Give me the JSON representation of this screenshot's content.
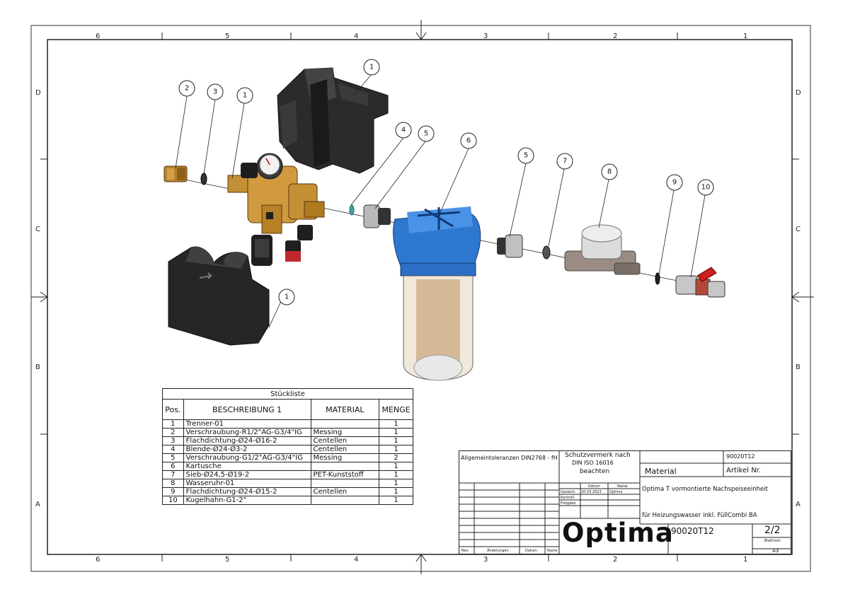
{
  "sheet": {
    "zones_horizontal": [
      "6",
      "5",
      "4",
      "3",
      "2",
      "1"
    ],
    "zones_vertical": [
      "D",
      "C",
      "B",
      "A"
    ]
  },
  "balloons": [
    {
      "num": "2"
    },
    {
      "num": "3"
    },
    {
      "num": "1"
    },
    {
      "num": "1"
    },
    {
      "num": "4"
    },
    {
      "num": "5"
    },
    {
      "num": "6"
    },
    {
      "num": "5"
    },
    {
      "num": "7"
    },
    {
      "num": "8"
    },
    {
      "num": "9"
    },
    {
      "num": "10"
    },
    {
      "num": "1"
    }
  ],
  "bom": {
    "caption": "Stückliste",
    "headers": {
      "pos": "Pos.",
      "desc": "BESCHREIBUNG 1",
      "material": "MATERIAL",
      "qty": "MENGE"
    },
    "rows": [
      {
        "pos": "1",
        "desc": "Trenner-01",
        "material": "",
        "qty": "1"
      },
      {
        "pos": "2",
        "desc": "Verschraubung-R1/2\"AG-G3/4\"IG",
        "material": "Messing",
        "qty": "1"
      },
      {
        "pos": "3",
        "desc": "Flachdichtung-Ø24-Ø16-2",
        "material": "Centellen",
        "qty": "1"
      },
      {
        "pos": "4",
        "desc": "Blende-Ø24-Ø3-2",
        "material": "Centellen",
        "qty": "1"
      },
      {
        "pos": "5",
        "desc": "Verschraubung-G1/2\"AG-G3/4\"IG",
        "material": "Messing",
        "qty": "2"
      },
      {
        "pos": "6",
        "desc": "Kartusche",
        "material": "",
        "qty": "1"
      },
      {
        "pos": "7",
        "desc": "Sieb-Ø24,5-Ø19-2",
        "material": "PET-Kunststoff",
        "qty": "1"
      },
      {
        "pos": "8",
        "desc": "Wasseruhr-01",
        "material": "",
        "qty": "1"
      },
      {
        "pos": "9",
        "desc": "Flachdichtung-Ø24-Ø15-2",
        "material": "Centellen",
        "qty": "1"
      },
      {
        "pos": "10",
        "desc": "Kugelhahn-G1-2\"",
        "material": "",
        "qty": "1"
      }
    ]
  },
  "title_block": {
    "tolerances": "Allgemeintoleranzen DIN2768 - fH",
    "protection": [
      "Schutzvermerk nach",
      "DIN ISO 16016",
      "beachten"
    ],
    "col_datum": "Datum",
    "col_name": "Name",
    "row_gezeich": "Gezeich.",
    "row_kontroll": "Kontroll.",
    "row_freigabe": "Freigabe",
    "date": "20.03.2023",
    "drawn_by": "Optima",
    "material_label": "Material",
    "article_label": "Artikel Nr.",
    "article_number_top": "90020T12",
    "title_line1": "Optima T vormontierte Nachspeiseeinheit",
    "title_line2": "für Heizungswasser inkl. FüllCombi BA",
    "logo": "Optima",
    "drawing_number": "90020T12",
    "sheet_count": "2/2",
    "sheet_label": "Blatt/von",
    "format": "A3",
    "rev_label": "Rev.",
    "change_label": "Änderungen",
    "datum_label": "Datum",
    "name_label": "Name"
  }
}
